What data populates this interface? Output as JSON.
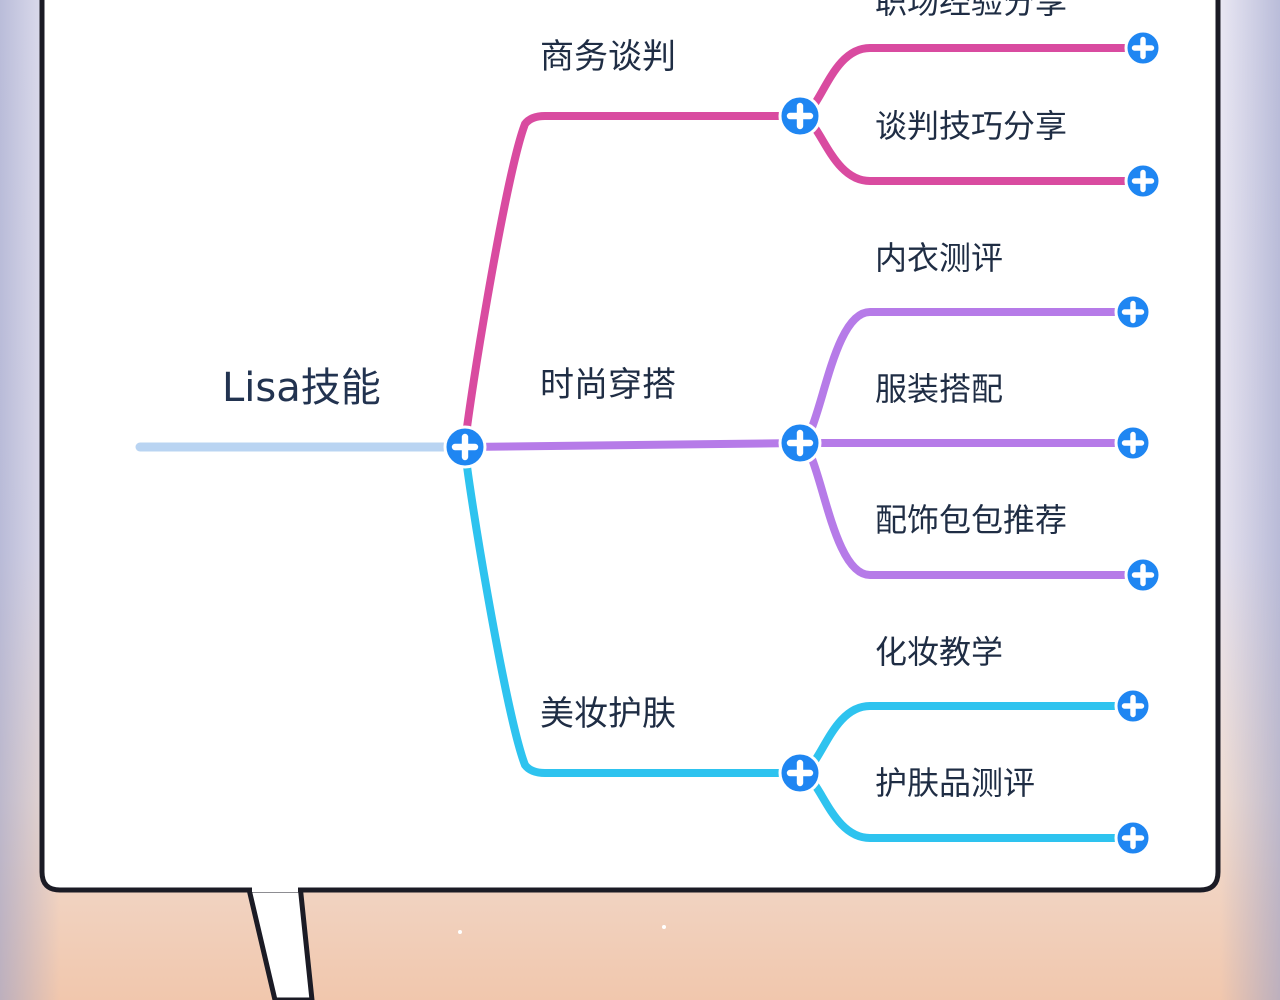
{
  "mindmap": {
    "root": {
      "label": "Lisa技能"
    },
    "branches": [
      {
        "label": "商务谈判",
        "color": "#d94ba0",
        "children": [
          {
            "label": "职场经验分享"
          },
          {
            "label": "谈判技巧分享"
          }
        ]
      },
      {
        "label": "时尚穿搭",
        "color": "#b67be8",
        "children": [
          {
            "label": "内衣测评"
          },
          {
            "label": "服装搭配"
          },
          {
            "label": "配饰包包推荐"
          }
        ]
      },
      {
        "label": "美妆护肤",
        "color": "#2ec3ef",
        "children": [
          {
            "label": "化妆教学"
          },
          {
            "label": "护肤品测评"
          }
        ]
      }
    ],
    "root_line_color": "#b9d4f2",
    "expand_button_color": "#1f86f2",
    "expand_icon": "plus-icon"
  }
}
